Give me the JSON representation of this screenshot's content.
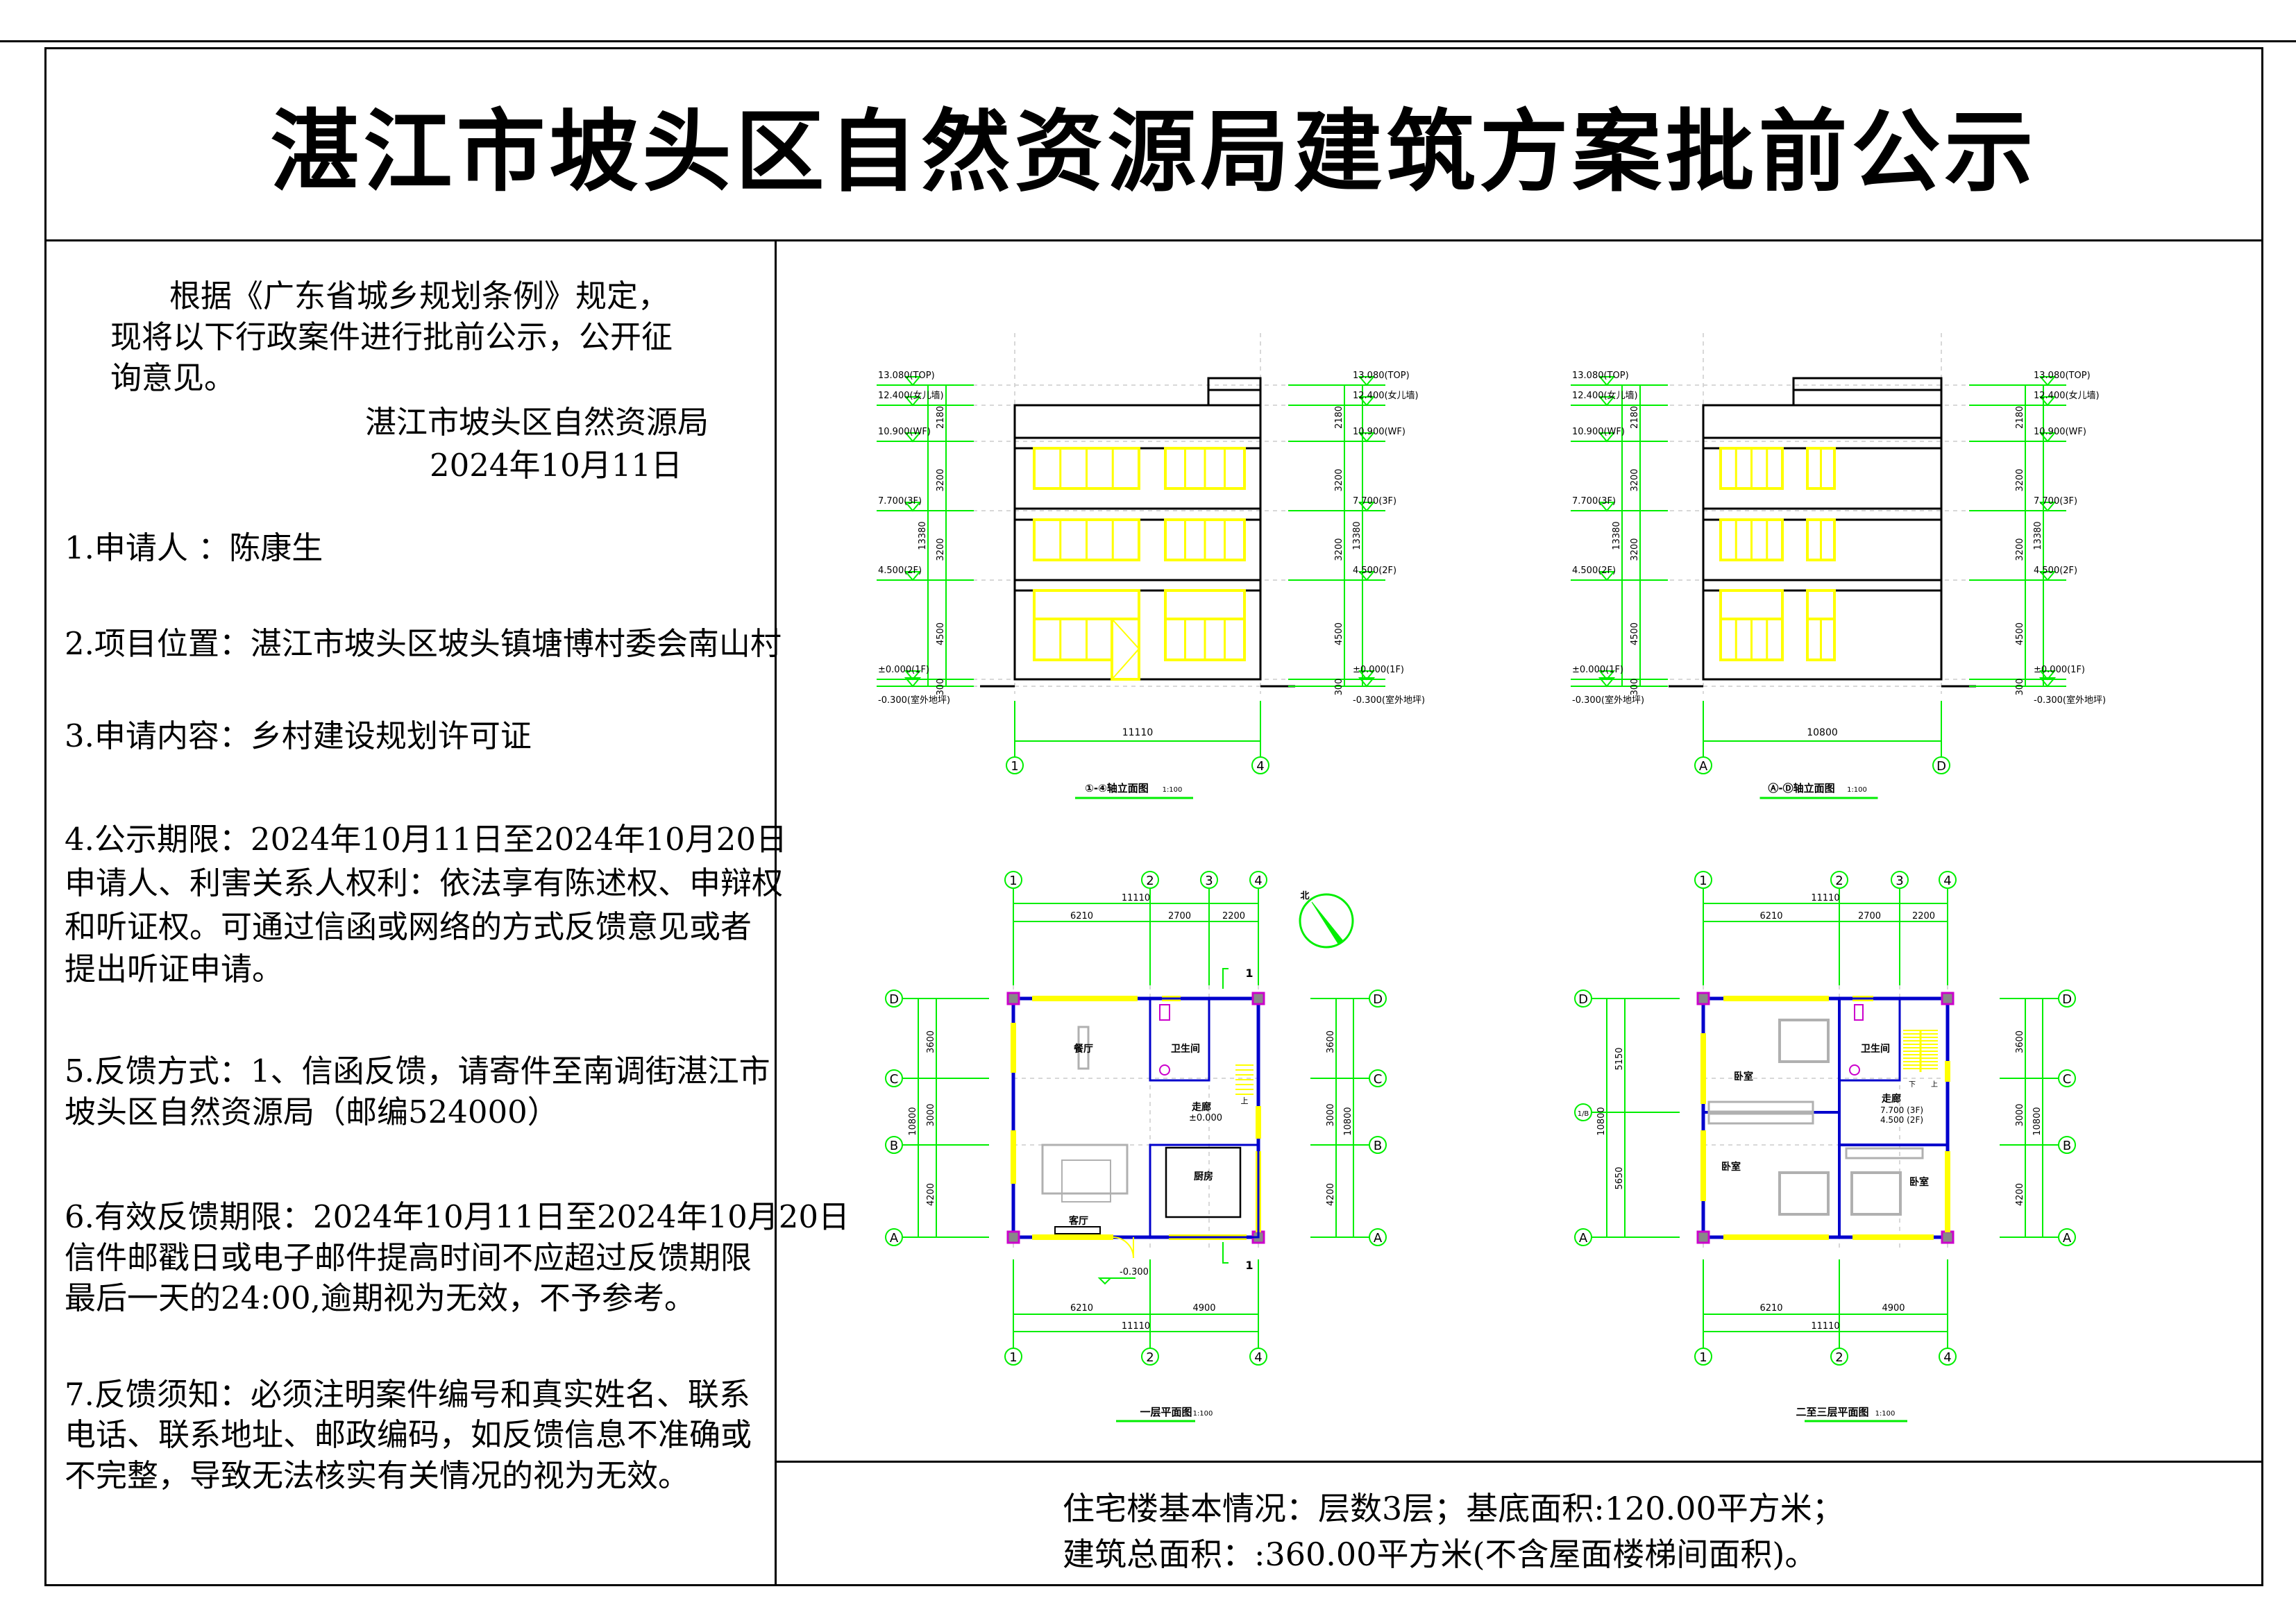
{
  "title": "湛江市坡头区自然资源局建筑方案批前公示",
  "notice": {
    "intro_lines": [
      "根据《广东省城乡规划条例》规定，",
      "现将以下行政案件进行批前公示，公开征",
      "询意见。"
    ],
    "issuer": "湛江市坡头区自然资源局",
    "date": "2024年10月11日",
    "items": [
      {
        "lines": [
          "1.申请人  ：陈康生"
        ]
      },
      {
        "lines": [
          "2.项目位置：湛江市坡头区坡头镇塘博村委会南山村"
        ]
      },
      {
        "lines": [
          "3.申请内容：乡村建设规划许可证"
        ]
      },
      {
        "lines": [
          "4.公示期限：2024年10月11日至2024年10月20日",
          "申请人、利害关系人权利：依法享有陈述权、申辩权",
          "和听证权。可通过信函或网络的方式反馈意见或者",
          "提出听证申请。"
        ]
      },
      {
        "lines": [
          "5.反馈方式：1、信函反馈，请寄件至南调街湛江市",
          "坡头区自然资源局（邮编524000）"
        ]
      },
      {
        "lines": [
          "6.有效反馈期限：2024年10月11日至2024年10月20日",
          "信件邮戳日或电子邮件提高时间不应超过反馈期限",
          "最后一天的24:00,逾期视为无效，不予参考。"
        ]
      },
      {
        "lines": [
          "7.反馈须知：必须注明案件编号和真实姓名、联系",
          "电话、联系地址、邮政编码，如反馈信息不准确或",
          "不完整，导致无法核实有关情况的视为无效。"
        ]
      }
    ]
  },
  "summary": {
    "line1": "住宅楼基本情况：层数3层；基底面积:120.00平方米；",
    "line2": "建筑总面积：:360.00平方米(不含屋面楼梯间面积)。"
  },
  "drawings": {
    "levels": [
      "13.080(TOP)",
      "12.400(女儿墙)",
      "10.900(WF)",
      "7.700(3F)",
      "4.500(2F)",
      "±0.000(1F)",
      "-0.300(室外地坪)"
    ],
    "level_dims": [
      "2180",
      "3200",
      "3200",
      "4500",
      "300"
    ],
    "total_height": "13380",
    "elev1": {
      "title": "①-④轴立面图",
      "scale": "1:100",
      "width_dim": "11110",
      "axes": [
        "1",
        "4"
      ]
    },
    "elev2": {
      "title": "Ⓐ-Ⓓ轴立面图",
      "scale": "1:100",
      "width_dim": "10800",
      "axes": [
        "A",
        "D"
      ]
    },
    "plan1": {
      "title": "一层平面图",
      "scale": "1:100",
      "col_axes": [
        "1",
        "2",
        "3",
        "4"
      ],
      "bottom_axes": [
        "1",
        "2",
        "4"
      ],
      "row_axes": [
        "D",
        "C",
        "B",
        "A"
      ],
      "top_total": "11110",
      "top_dims": [
        "6210",
        "2700",
        "2200"
      ],
      "bottom_dims": [
        "6210",
        "4900"
      ],
      "bottom_total": "11110",
      "side_dims": [
        "3600",
        "3000",
        "4200"
      ],
      "side_total": "10800",
      "rooms": {
        "dining": "餐厅",
        "bath": "卫生间",
        "corridor": "走廊",
        "corridor_level": "±0.000",
        "kitchen": "厨房",
        "living": "客厅",
        "stair_up": "上"
      },
      "outdoor_level": "-0.300",
      "section_mark": "1",
      "north": "北"
    },
    "plan2": {
      "title": "二至三层平面图",
      "scale": "1:100",
      "col_axes": [
        "1",
        "2",
        "3",
        "4"
      ],
      "bottom_axes": [
        "1",
        "2",
        "4"
      ],
      "row_axes": [
        "D",
        "C",
        "B",
        "A"
      ],
      "sub_axis": "1/B",
      "top_total": "11110",
      "top_dims": [
        "6210",
        "2700",
        "2200"
      ],
      "bottom_dims": [
        "6210",
        "4900"
      ],
      "bottom_total": "11110",
      "left_dims": [
        "5150",
        "5650"
      ],
      "side_dims": [
        "3600",
        "3000",
        "4200"
      ],
      "side_total": "10800",
      "rooms": {
        "bedroom": "卧室",
        "bath": "卫生间",
        "corridor": "走廊",
        "level3": "7.700 (3F)",
        "level2": "4.500 (2F)",
        "stair_down": "下",
        "stair_up": "上"
      }
    }
  },
  "colors": {
    "dim": "#00ee00",
    "window": "#ffff00",
    "wall": "#0000cc",
    "column": "#cc00cc",
    "furniture": "#b0b0b0"
  }
}
